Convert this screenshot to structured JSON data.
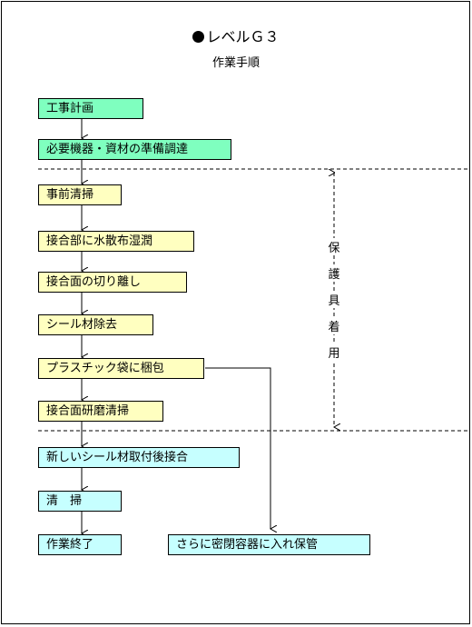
{
  "header": {
    "title": "レベルＧ３",
    "subtitle": "作業手順"
  },
  "colors": {
    "green": "#7fffbf",
    "yellow": "#ffffc0",
    "cyan": "#c6ffff"
  },
  "steps": [
    {
      "label": "工事計画",
      "color": "green"
    },
    {
      "label": "必要機器・資材の準備調達",
      "color": "green"
    },
    {
      "label": "事前清掃",
      "color": "yellow"
    },
    {
      "label": "接合部に水散布湿潤",
      "color": "yellow"
    },
    {
      "label": "接合面の切り離し",
      "color": "yellow"
    },
    {
      "label": "シール材除去",
      "color": "yellow"
    },
    {
      "label": "プラスチック袋に梱包",
      "color": "yellow"
    },
    {
      "label": "接合面研磨清掃",
      "color": "yellow"
    },
    {
      "label": "新しいシール材取付後接合",
      "color": "cyan"
    },
    {
      "label": "清　掃",
      "color": "cyan"
    },
    {
      "label": "作業終了",
      "color": "cyan"
    }
  ],
  "storage": {
    "label": "さらに密閉容器に入れ保管",
    "color": "cyan"
  },
  "side_label": [
    "保",
    "護",
    "具",
    "着",
    "用"
  ]
}
